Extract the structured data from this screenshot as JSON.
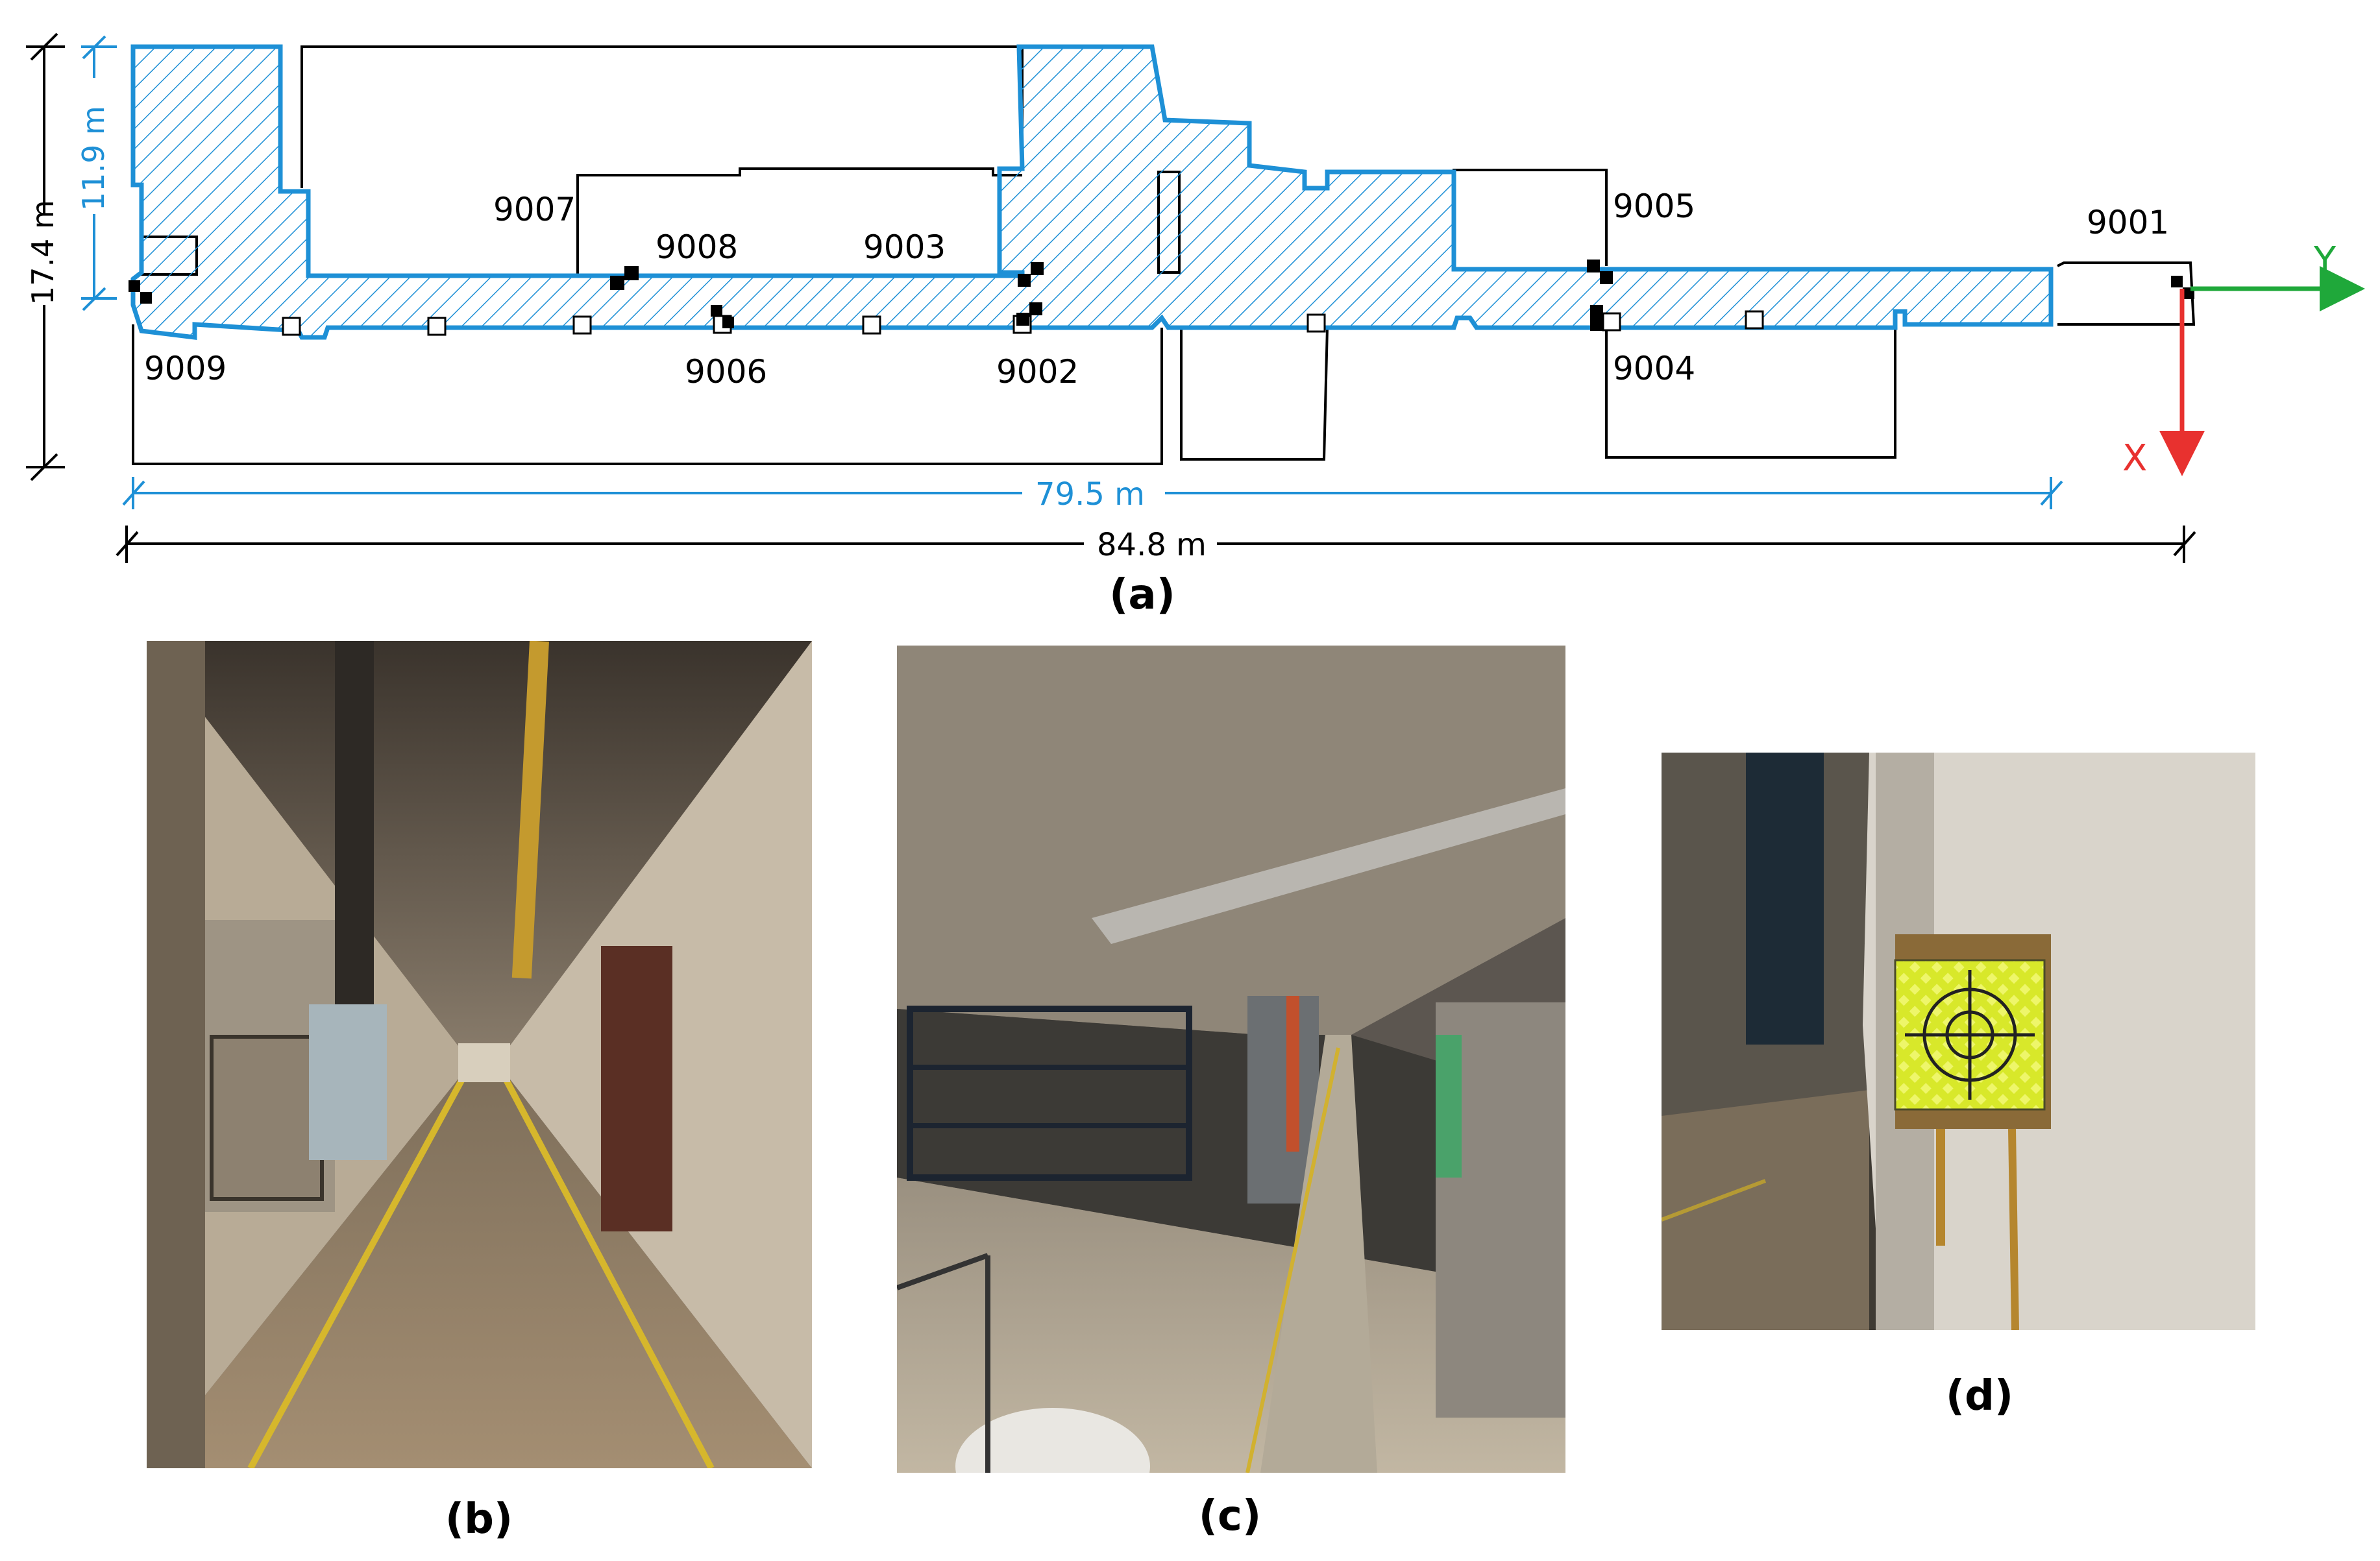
{
  "plan": {
    "caption": "(a)",
    "points": [
      {
        "id": "9009",
        "label": "9009"
      },
      {
        "id": "9007",
        "label": "9007"
      },
      {
        "id": "9008",
        "label": "9008"
      },
      {
        "id": "9003",
        "label": "9003"
      },
      {
        "id": "9006",
        "label": "9006"
      },
      {
        "id": "9002",
        "label": "9002"
      },
      {
        "id": "9005",
        "label": "9005"
      },
      {
        "id": "9004",
        "label": "9004"
      },
      {
        "id": "9001",
        "label": "9001"
      }
    ],
    "dimensions": {
      "total_height": "17.4 m",
      "corridor_height": "11.9 m",
      "corridor_length": "79.5 m",
      "total_length": "84.8 m"
    },
    "axes": {
      "y_label": "Y",
      "x_label": "X"
    },
    "colors": {
      "corridor": "#1e90d6",
      "y_axis": "#1fa83a",
      "x_axis": "#e8312f"
    }
  },
  "photos": [
    {
      "id": "b",
      "caption": "(b)"
    },
    {
      "id": "c",
      "caption": "(c)"
    },
    {
      "id": "d",
      "caption": "(d)"
    }
  ]
}
